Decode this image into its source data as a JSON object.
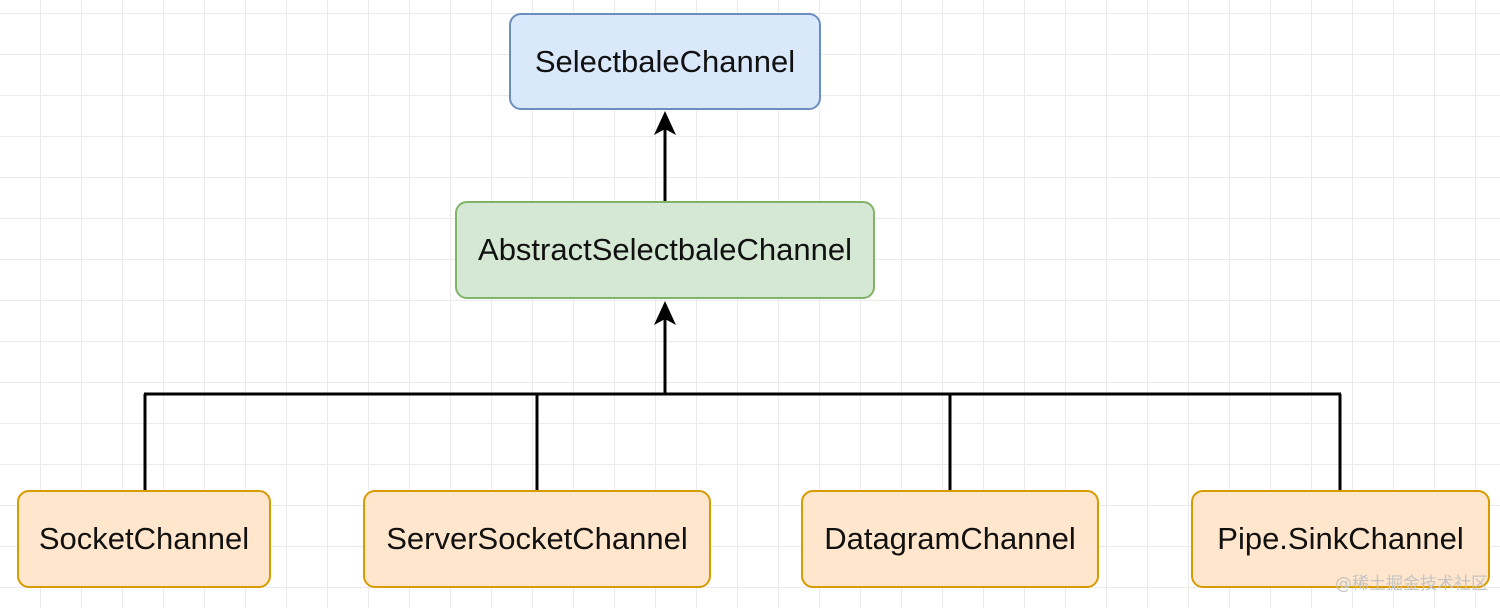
{
  "diagram": {
    "nodes": {
      "selectable": {
        "label": "SelectbaleChannel"
      },
      "abstract": {
        "label": "AbstractSelectbaleChannel"
      },
      "socket": {
        "label": "SocketChannel"
      },
      "server_socket": {
        "label": "ServerSocketChannel"
      },
      "datagram": {
        "label": "DatagramChannel"
      },
      "pipe_sink": {
        "label": "Pipe.SinkChannel"
      }
    },
    "edges": [
      {
        "from": "abstract",
        "to": "selectable"
      },
      {
        "from": "socket",
        "to": "abstract"
      },
      {
        "from": "server_socket",
        "to": "abstract"
      },
      {
        "from": "datagram",
        "to": "abstract"
      },
      {
        "from": "pipe_sink",
        "to": "abstract"
      }
    ]
  },
  "watermark": {
    "text": "@稀土掘金技术社区"
  },
  "colors": {
    "top_fill": "#dae8fc",
    "top_border": "#6c8ebf",
    "middle_fill": "#d5e8d4",
    "middle_border": "#82b366",
    "leaf_fill": "#ffe6cc",
    "leaf_border": "#d79b00",
    "connector": "#000000"
  }
}
